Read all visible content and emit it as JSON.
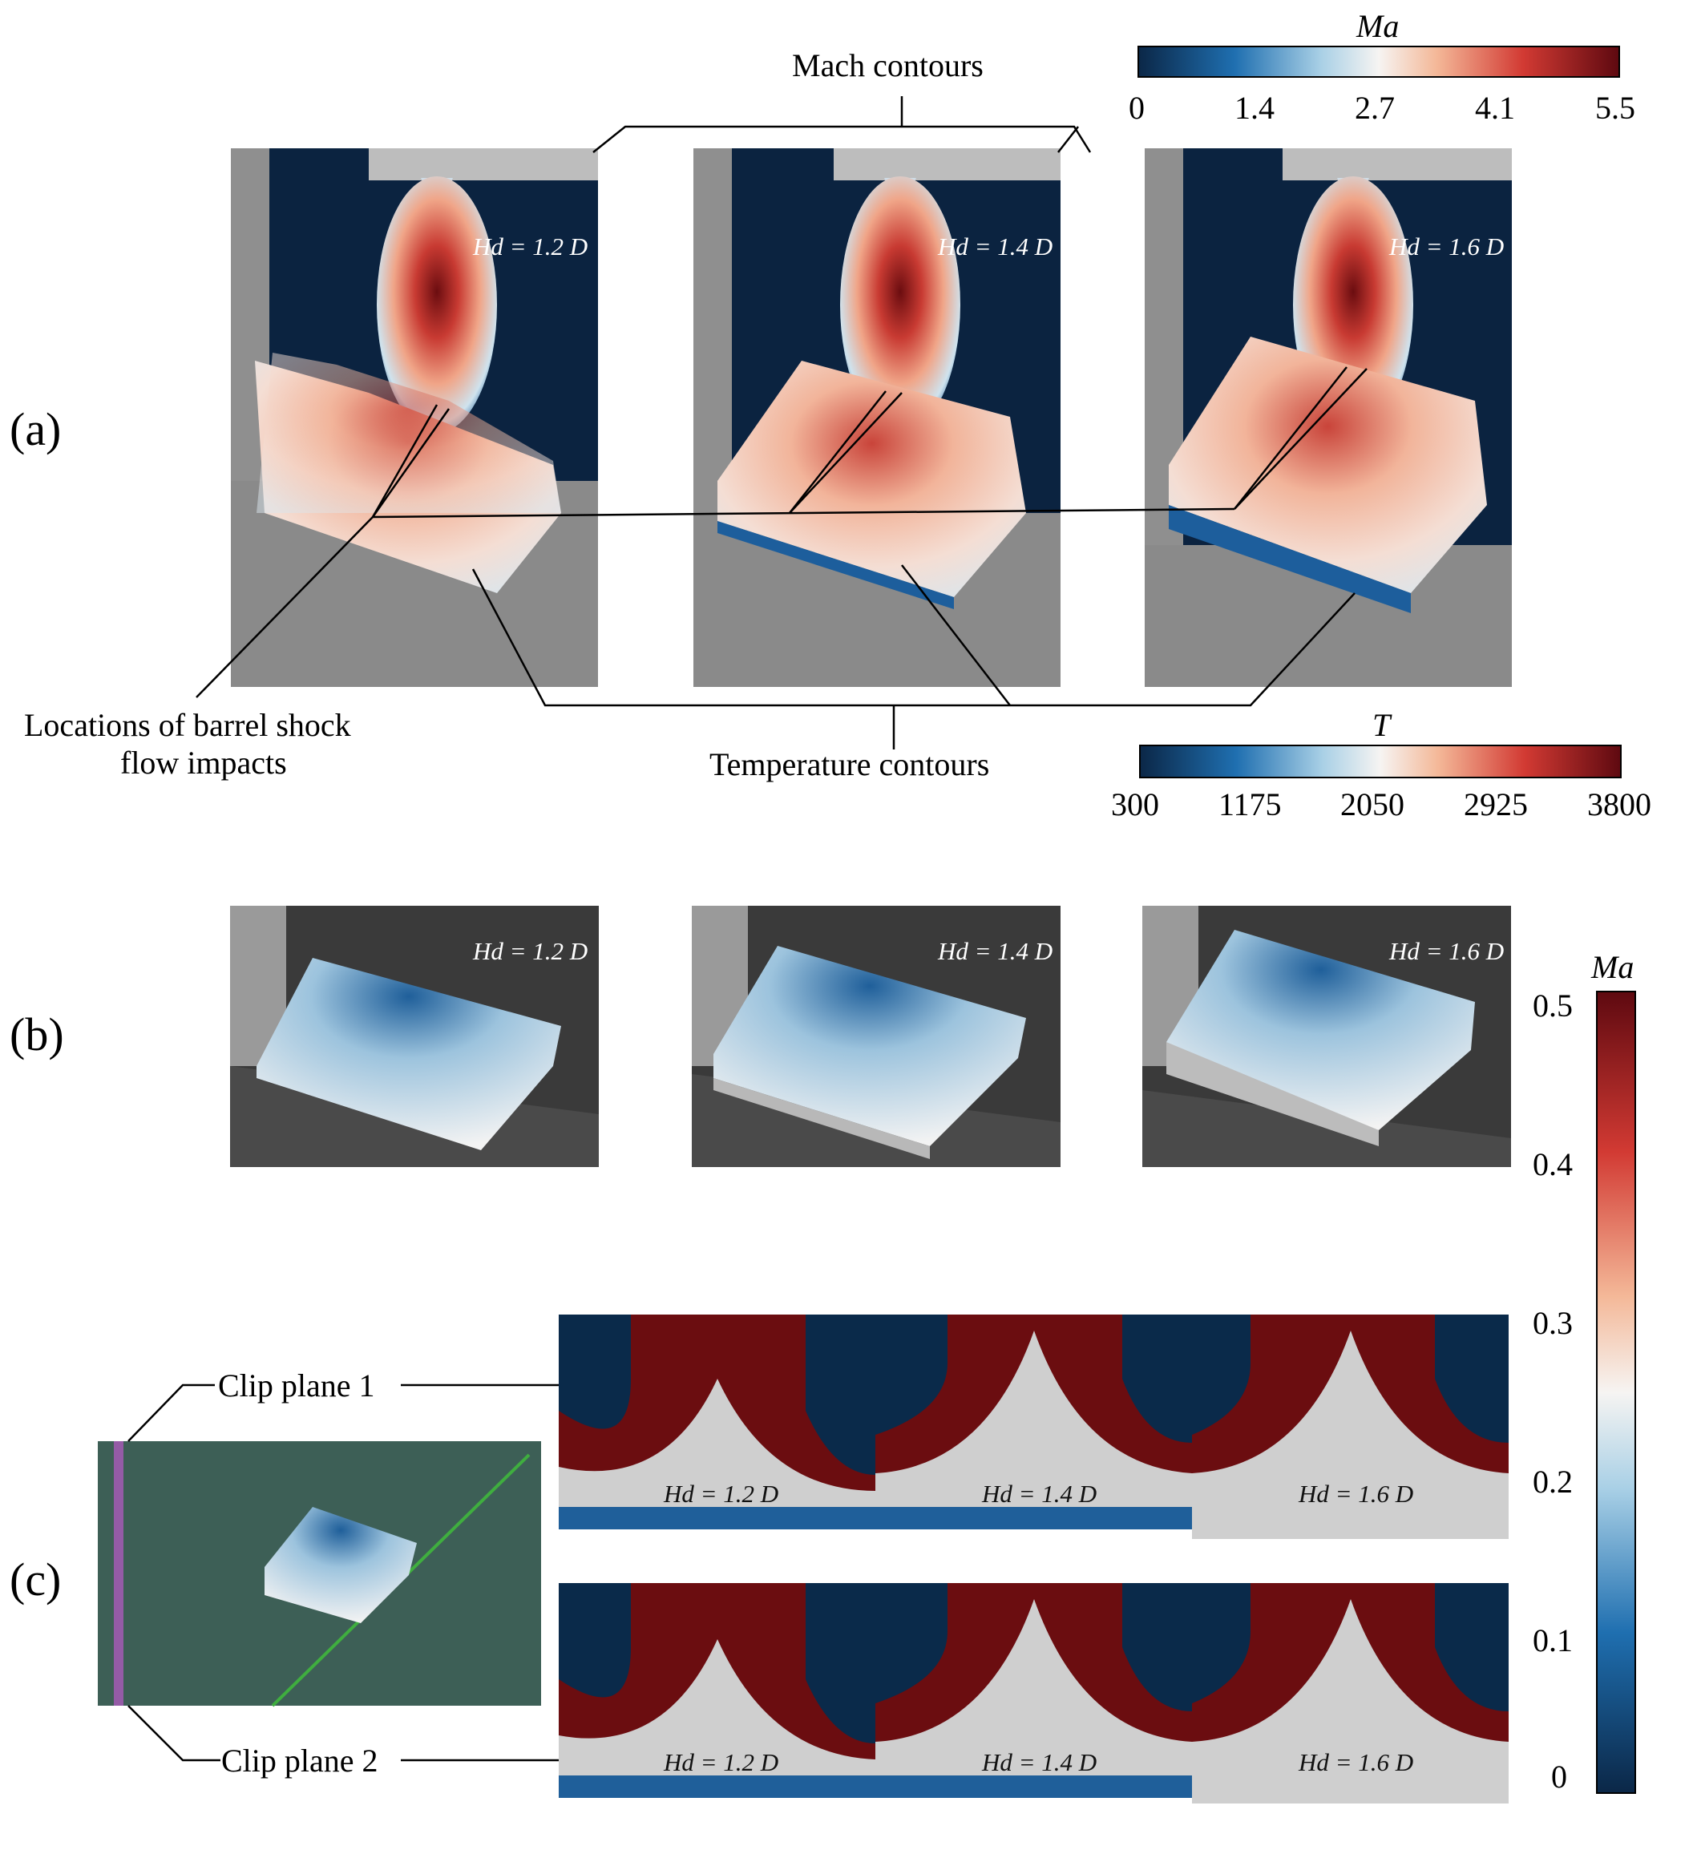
{
  "panels": {
    "a": "(a)",
    "b": "(b)",
    "c": "(c)"
  },
  "hd_labels": [
    "Hd = 1.2 D",
    "Hd = 1.4 D",
    "Hd = 1.6 D"
  ],
  "annotations": {
    "mach_contours": "Mach contours",
    "temperature_contours": "Temperature contours",
    "barrel_shock_line1": "Locations of barrel shock",
    "barrel_shock_line2": "flow impacts",
    "clip_plane_1": "Clip plane 1",
    "clip_plane_2": "Clip plane 2"
  },
  "colorbars": {
    "mach_top": {
      "title": "Ma",
      "ticks": [
        "0",
        "1.4",
        "2.7",
        "4.1",
        "5.5"
      ]
    },
    "temperature": {
      "title": "T",
      "ticks": [
        "300",
        "1175",
        "2050",
        "2925",
        "3800"
      ]
    },
    "mach_side": {
      "title": "Ma",
      "ticks": [
        "0.5",
        "0.4",
        "0.3",
        "0.2",
        "0.1",
        "0"
      ]
    }
  },
  "colors": {
    "dark_blue": "#0a2a4a",
    "deep_red": "#6b0d10",
    "gray": "#8a8a8a",
    "light_gray": "#cfcfcf"
  }
}
